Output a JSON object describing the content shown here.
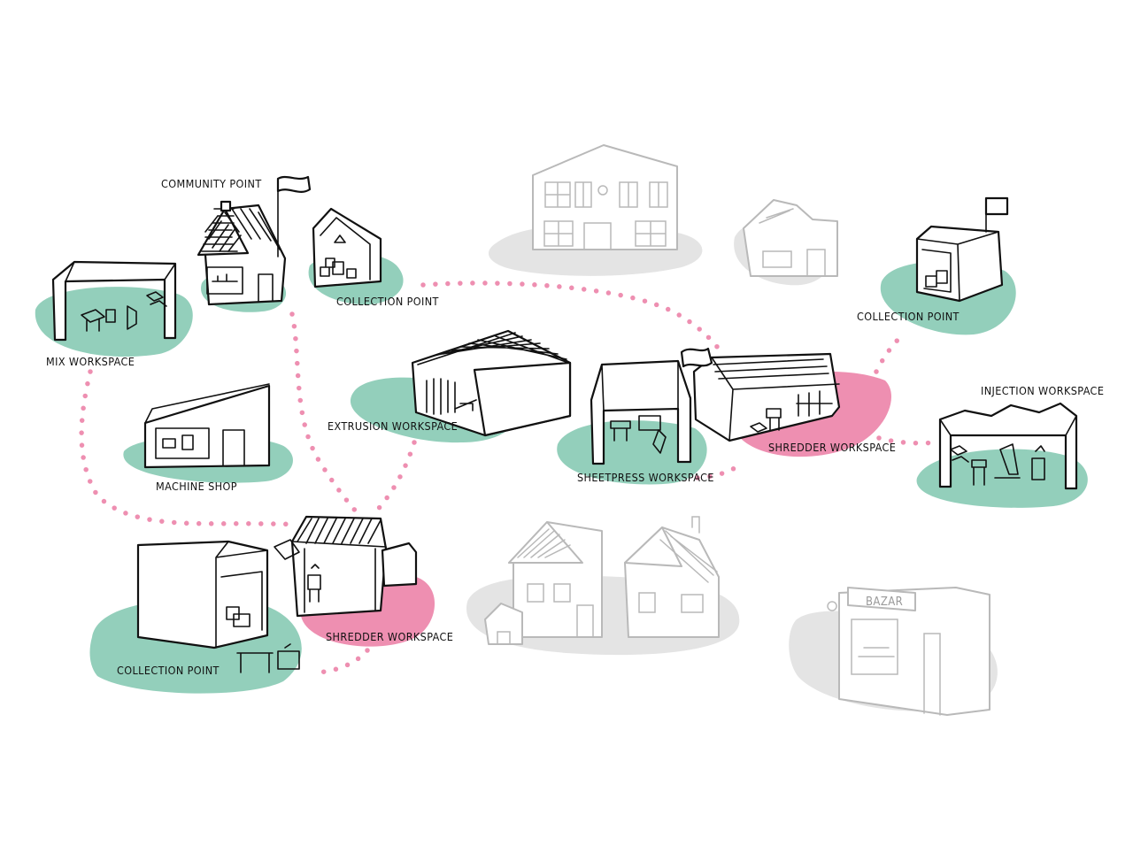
{
  "colors": {
    "green": "#93cfbb",
    "pink": "#ee8fb1",
    "grey": "#e4e4e4",
    "ghost_line": "#b9b9b9",
    "ink": "#111111",
    "dots": "#ee8fb1"
  },
  "labels": {
    "community_point": "COMMUNITY POINT",
    "collection_point_top": "COLLECTION POINT",
    "mix_workspace": "MIX WORKSPACE",
    "machine_shop": "MACHINE SHOP",
    "extrusion_workspace": "EXTRUSION WORKSPACE",
    "sheetpress_workspace": "SHEETPRESS WORKSPACE",
    "shredder_workspace_center": "SHREDDER WORKSPACE",
    "collection_point_right": "COLLECTION POINT",
    "injection_workspace": "INJECTION WORKSPACE",
    "collection_point_bottom": "COLLECTION POINT",
    "shredder_workspace_bottom": "SHREDDER WORKSPACE"
  },
  "signs": {
    "bazar": "BAZAR"
  },
  "icons": [
    "recycle-icon",
    "flag-icon",
    "box-icon",
    "table-icon",
    "shredder-machine-icon",
    "injection-machine-icon"
  ]
}
